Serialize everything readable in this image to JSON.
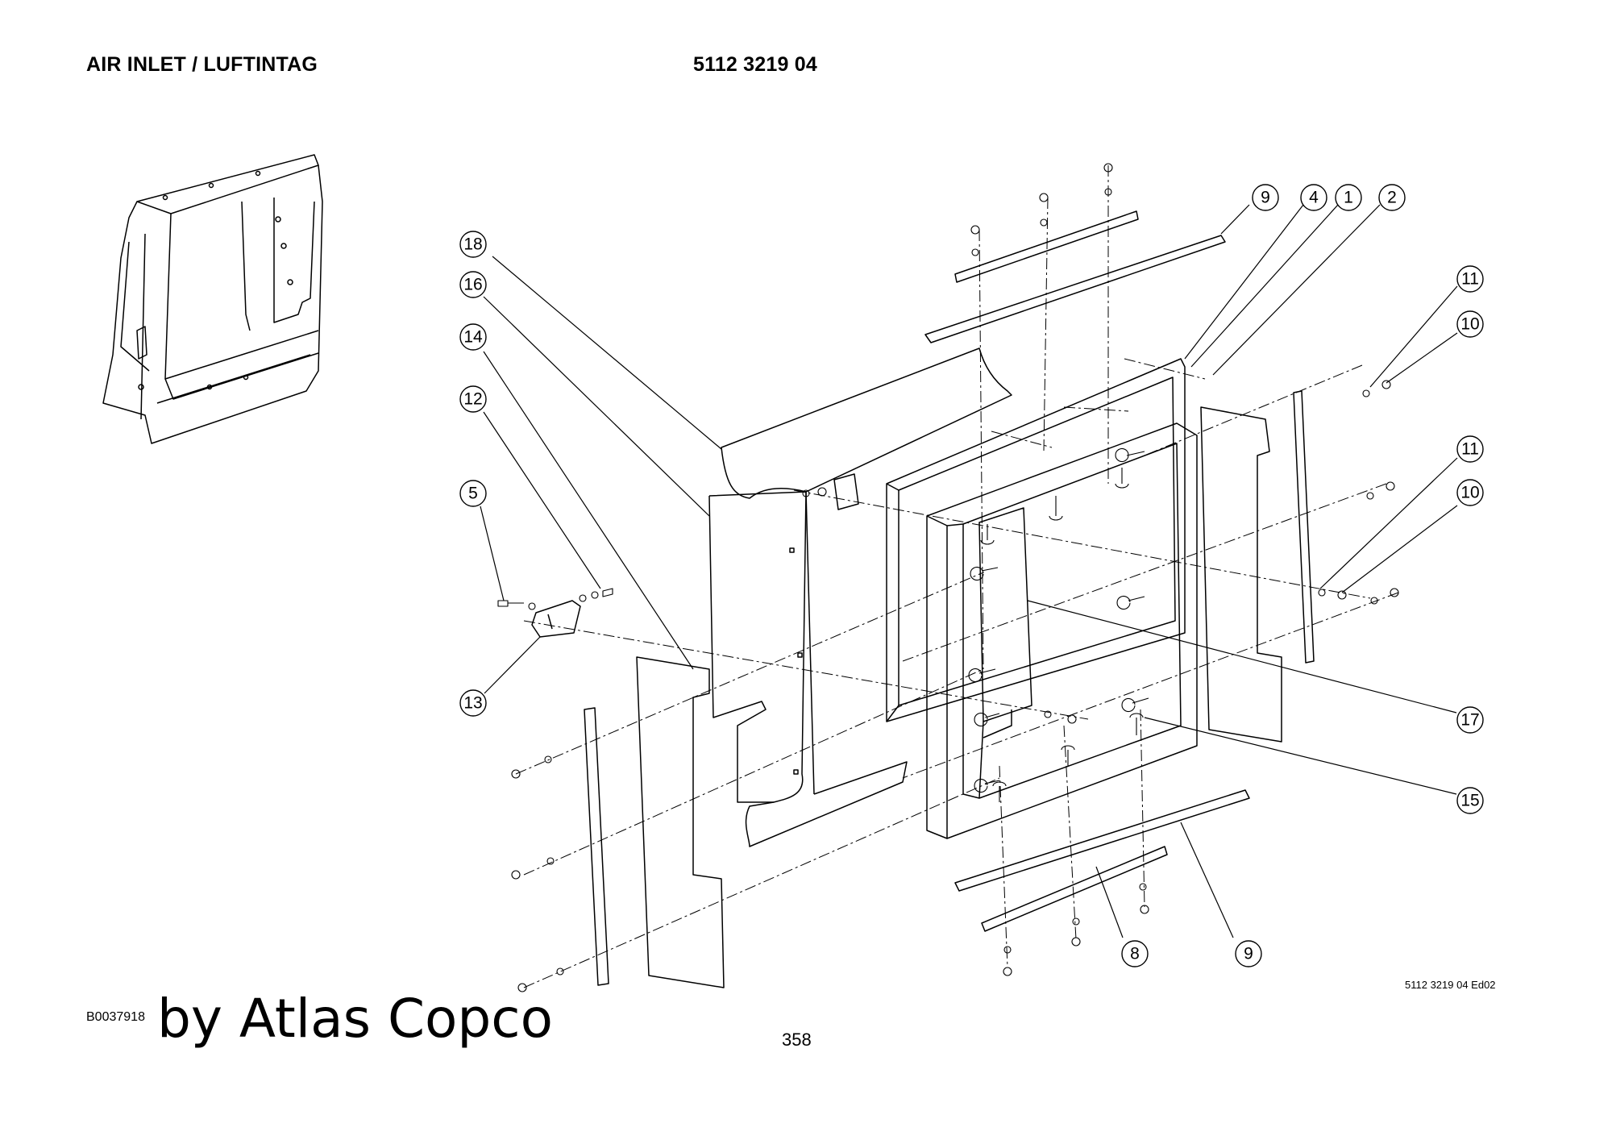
{
  "header": {
    "title": "AIR INLET / LUFTINTAG",
    "part_number": "5112 3219 04"
  },
  "balloons": [
    "9",
    "4",
    "1",
    "2",
    "18",
    "16",
    "14",
    "12",
    "5",
    "13",
    "11",
    "10",
    "11",
    "10",
    "17",
    "15",
    "8",
    "9"
  ],
  "footer": {
    "code": "B0037918",
    "watermark": "by Atlas Copco",
    "page_number": "358",
    "edition": "5112 3219 04 Ed02"
  }
}
